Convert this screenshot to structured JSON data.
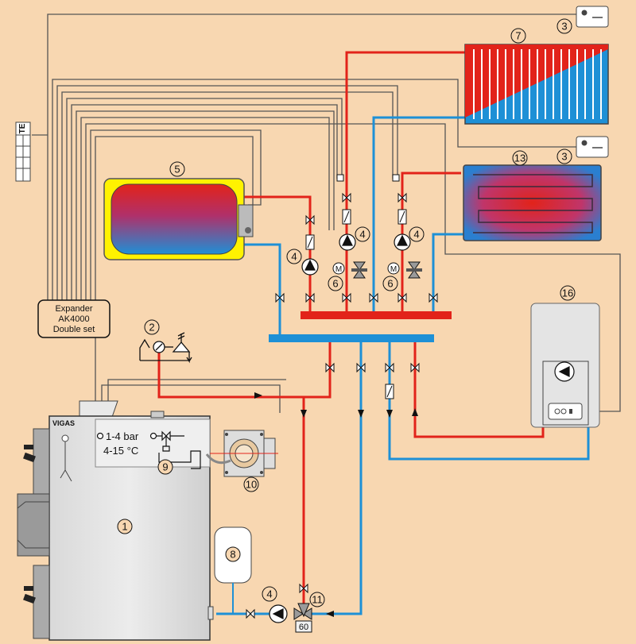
{
  "labels": {
    "boiler_brand": "VIGAS",
    "expander_line1": "Expander",
    "expander_line2": "AK4000",
    "expander_line3": "Double set",
    "te": "TE",
    "valve_pressure": "1-4 bar",
    "valve_temp": "4-15 °C",
    "valve60": "60"
  },
  "callouts": {
    "boiler": "1",
    "safety_group": "2",
    "room_unit_top": "3",
    "room_unit_mid": "3",
    "pump_main": "4",
    "pump_tank": "4",
    "pump_circuit_1": "4",
    "pump_circuit_2": "4",
    "tank": "5",
    "mixing_valve_1": "6",
    "mixing_valve_2": "6",
    "radiator": "7",
    "expansion_vessel": "8",
    "cooling_valve": "9",
    "burner": "10",
    "return_valve": "11",
    "floor_heating": "13",
    "gas_boiler": "16"
  },
  "colors": {
    "background": "#f8d7b1",
    "hot": "#e2231a",
    "cold": "#1e90d6",
    "wire": "#555555",
    "tank_yellow": "#fff200",
    "device_gray": "#e4e4e4"
  }
}
